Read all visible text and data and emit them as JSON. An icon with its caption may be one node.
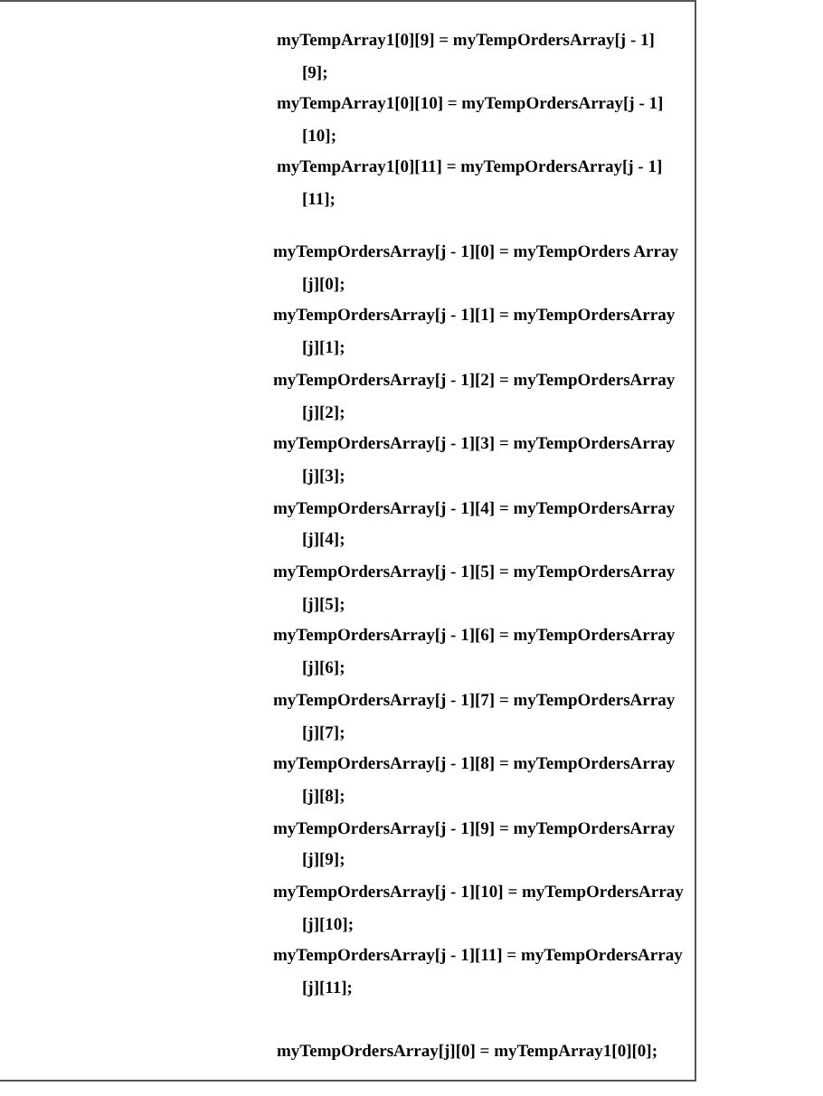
{
  "diagram": {
    "labels": [
      "myTempArray1[0][9] = myTempOrdersArray[j - 1]",
      "[9];",
      "myTempArray1[0][10] = myTempOrdersArray[j - 1]",
      "[10];",
      "myTempArray1[0][11] = myTempOrdersArray[j - 1]",
      "[11];",
      "myTempOrdersArray[j - 1][0] = myTempOrders Array",
      "[j][0];",
      "myTempOrdersArray[j - 1][1] = myTempOrdersArray",
      "[j][1];",
      "myTempOrdersArray[j - 1][2] = myTempOrdersArray",
      "[j][2];",
      "myTempOrdersArray[j - 1][3] = myTempOrdersArray",
      "[j][3];",
      "myTempOrdersArray[j - 1][4] = myTempOrdersArray",
      "[j][4];",
      "myTempOrdersArray[j - 1][5] = myTempOrdersArray",
      "[j][5];",
      "myTempOrdersArray[j - 1][6] = myTempOrdersArray",
      "[j][6];",
      "myTempOrdersArray[j - 1][7] = myTempOrdersArray",
      "[j][7];",
      "myTempOrdersArray[j - 1][8] = myTempOrdersArray",
      "[j][8];",
      "myTempOrdersArray[j - 1][9] = myTempOrdersArray",
      "[j][9];",
      "myTempOrdersArray[j - 1][10] = myTempOrdersArray",
      "[j][10];",
      "myTempOrdersArray[j - 1][11] = myTempOrdersArray",
      "[j][11];",
      "myTempOrdersArray[j][0] = myTempArray1[0][0];"
    ]
  }
}
